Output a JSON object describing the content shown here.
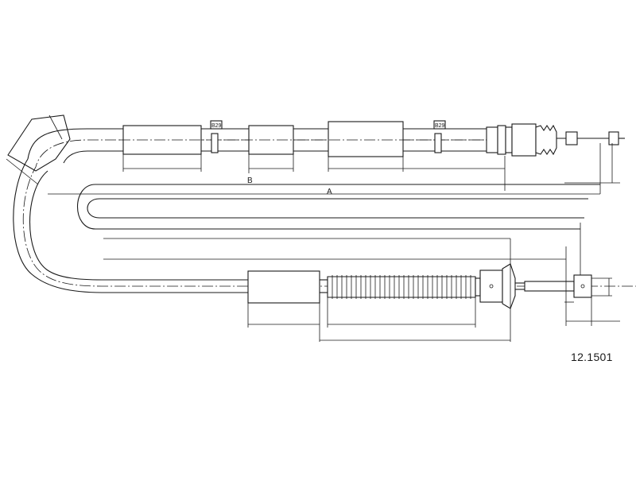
{
  "drawing": {
    "part_number": "12.1501",
    "dimension_labels": {
      "a": "A",
      "b": "B"
    },
    "clip_labels": [
      "B29",
      "B29"
    ]
  },
  "colors": {
    "line": "#1a1a1a",
    "background": "#ffffff"
  }
}
